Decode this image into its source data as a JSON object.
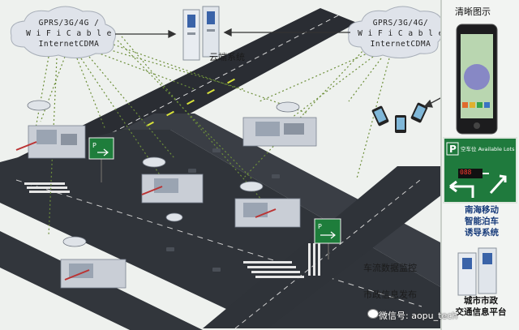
{
  "cloud_left": {
    "lines": [
      "GPRS/3G/4G /",
      "W i F i C a b l e",
      "InternetCDMA"
    ]
  },
  "cloud_right": {
    "lines": [
      "GPRS/3G/4G/",
      "W i F i C a b l e",
      "InternetCDMA"
    ]
  },
  "cloud_system_label": "云端系统",
  "right_panel": {
    "title": "清晰图示",
    "brand_lines": [
      "南海移动",
      "智能泊车",
      "诱导系统"
    ],
    "platform_lines": [
      "城市市政",
      "交通信息平台"
    ]
  },
  "sign": {
    "header_text": "空车位 Available Lots",
    "count": "088"
  },
  "labels": {
    "traffic_monitoring": "车流数据监控",
    "municipal_info": "市政信息发布"
  },
  "watermark": "微信号: aopu_tech"
}
